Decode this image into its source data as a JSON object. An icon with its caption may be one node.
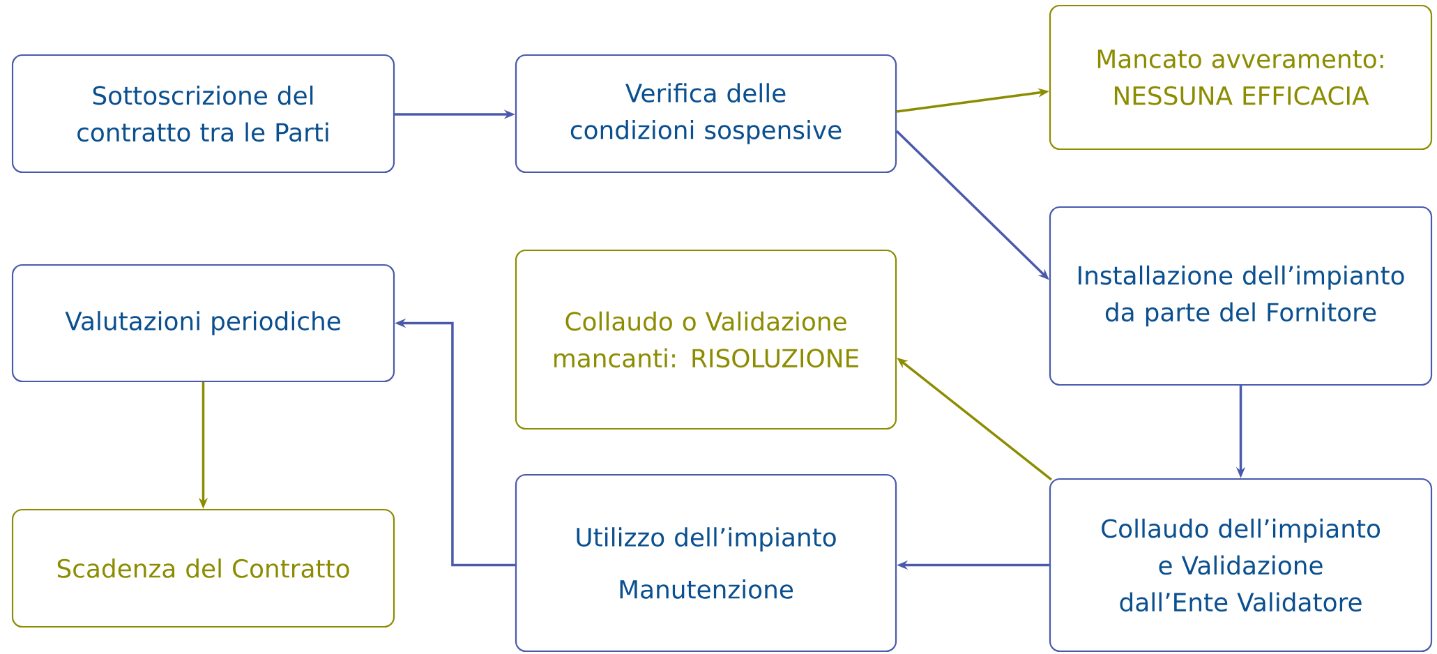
{
  "diagram": {
    "nodes": [
      {
        "text": [
          "Sottoscrizione del contratto tra le Parti"
        ]
      },
      {
        "text": [
          "Verifica delle condizioni sospensive"
        ]
      },
      {
        "text": [
          "Mancato avveramento: NESSUNA EFFICACIA"
        ]
      },
      {
        "text": [
          "Installazione dell’impianto da parte del Fornitore"
        ]
      },
      {
        "text": [
          "Valutazioni periodiche"
        ]
      },
      {
        "text": [
          "Collaudo o Validazione mancanti: RISOLUZIONE"
        ]
      },
      {
        "text": [
          "Scadenza del Contratto"
        ]
      },
      {
        "text": [
          "Utilizzo dell’impianto",
          "Manutenzione"
        ]
      },
      {
        "text": [
          "Collaudo dell’impianto e Validazione dall’Ente Validatore"
        ]
      }
    ],
    "edges": [
      {
        "from": 0,
        "to": 1,
        "arrow": "to"
      },
      {
        "from": 1,
        "to": 2,
        "arrow": "to",
        "color": "#8c8c00"
      },
      {
        "from": 1,
        "to": 3,
        "arrow": "to"
      },
      {
        "from": 3,
        "to": 8,
        "arrow": "to"
      },
      {
        "from": 8,
        "to": 5,
        "arrow": "to",
        "color": "#8c8c00"
      },
      {
        "from": 8,
        "to": 7,
        "arrow": "to"
      },
      {
        "from": 7,
        "to": 4,
        "arrow": "to"
      },
      {
        "from": 4,
        "to": 6,
        "arrow": "to",
        "color": "#8c8c00"
      }
    ]
  }
}
